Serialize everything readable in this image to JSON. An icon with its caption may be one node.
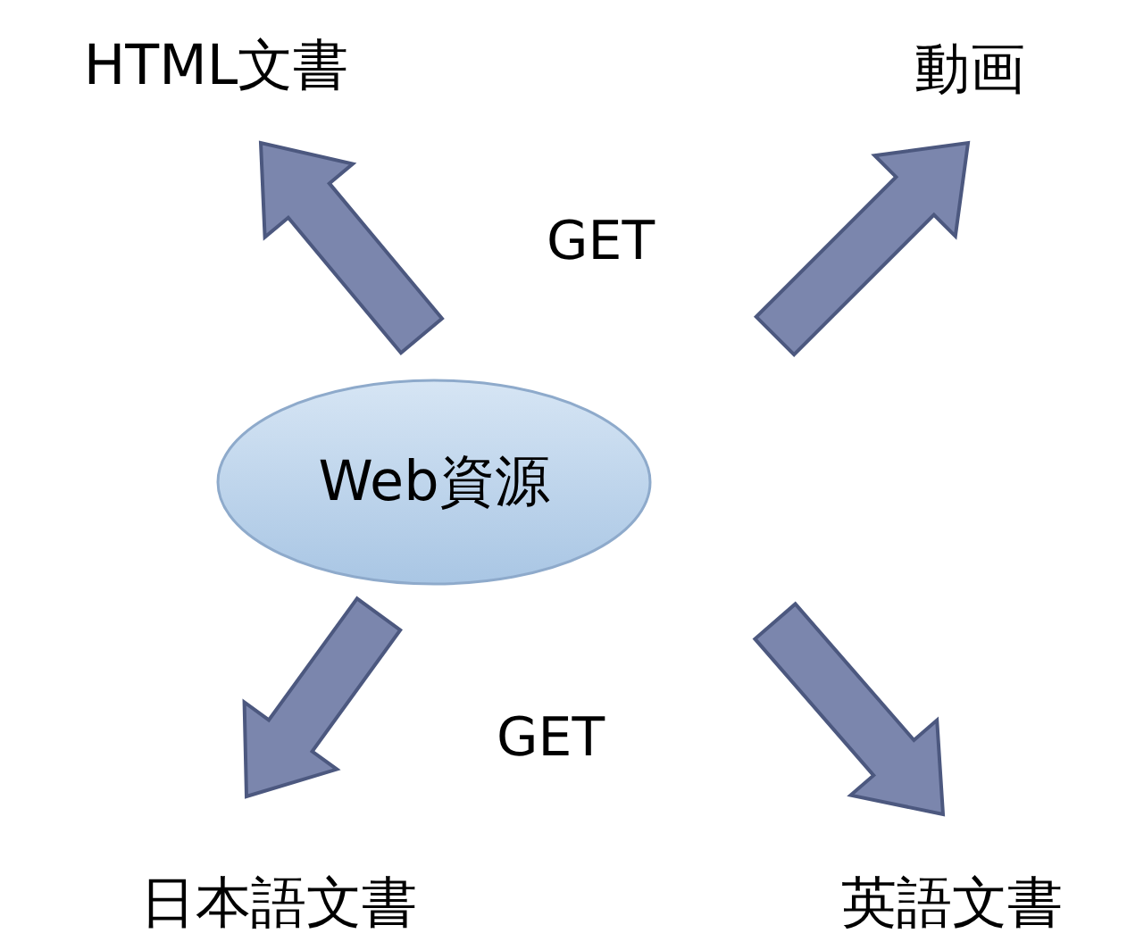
{
  "diagram": {
    "nodes": [
      {
        "text": [
          "Web資源"
        ]
      },
      {
        "text": [
          "HTML文書"
        ]
      },
      {
        "text": [
          "動画"
        ]
      },
      {
        "text": [
          "日本語文書"
        ]
      },
      {
        "text": [
          "英語文書"
        ]
      }
    ],
    "edges": [
      {
        "from": 0,
        "to": 1,
        "arrow": "to"
      },
      {
        "from": 0,
        "to": 2,
        "arrow": "to"
      },
      {
        "from": 0,
        "to": 3,
        "arrow": "to"
      },
      {
        "from": 0,
        "to": 4,
        "arrow": "to"
      }
    ],
    "labels": [
      "GET",
      "GET"
    ]
  }
}
